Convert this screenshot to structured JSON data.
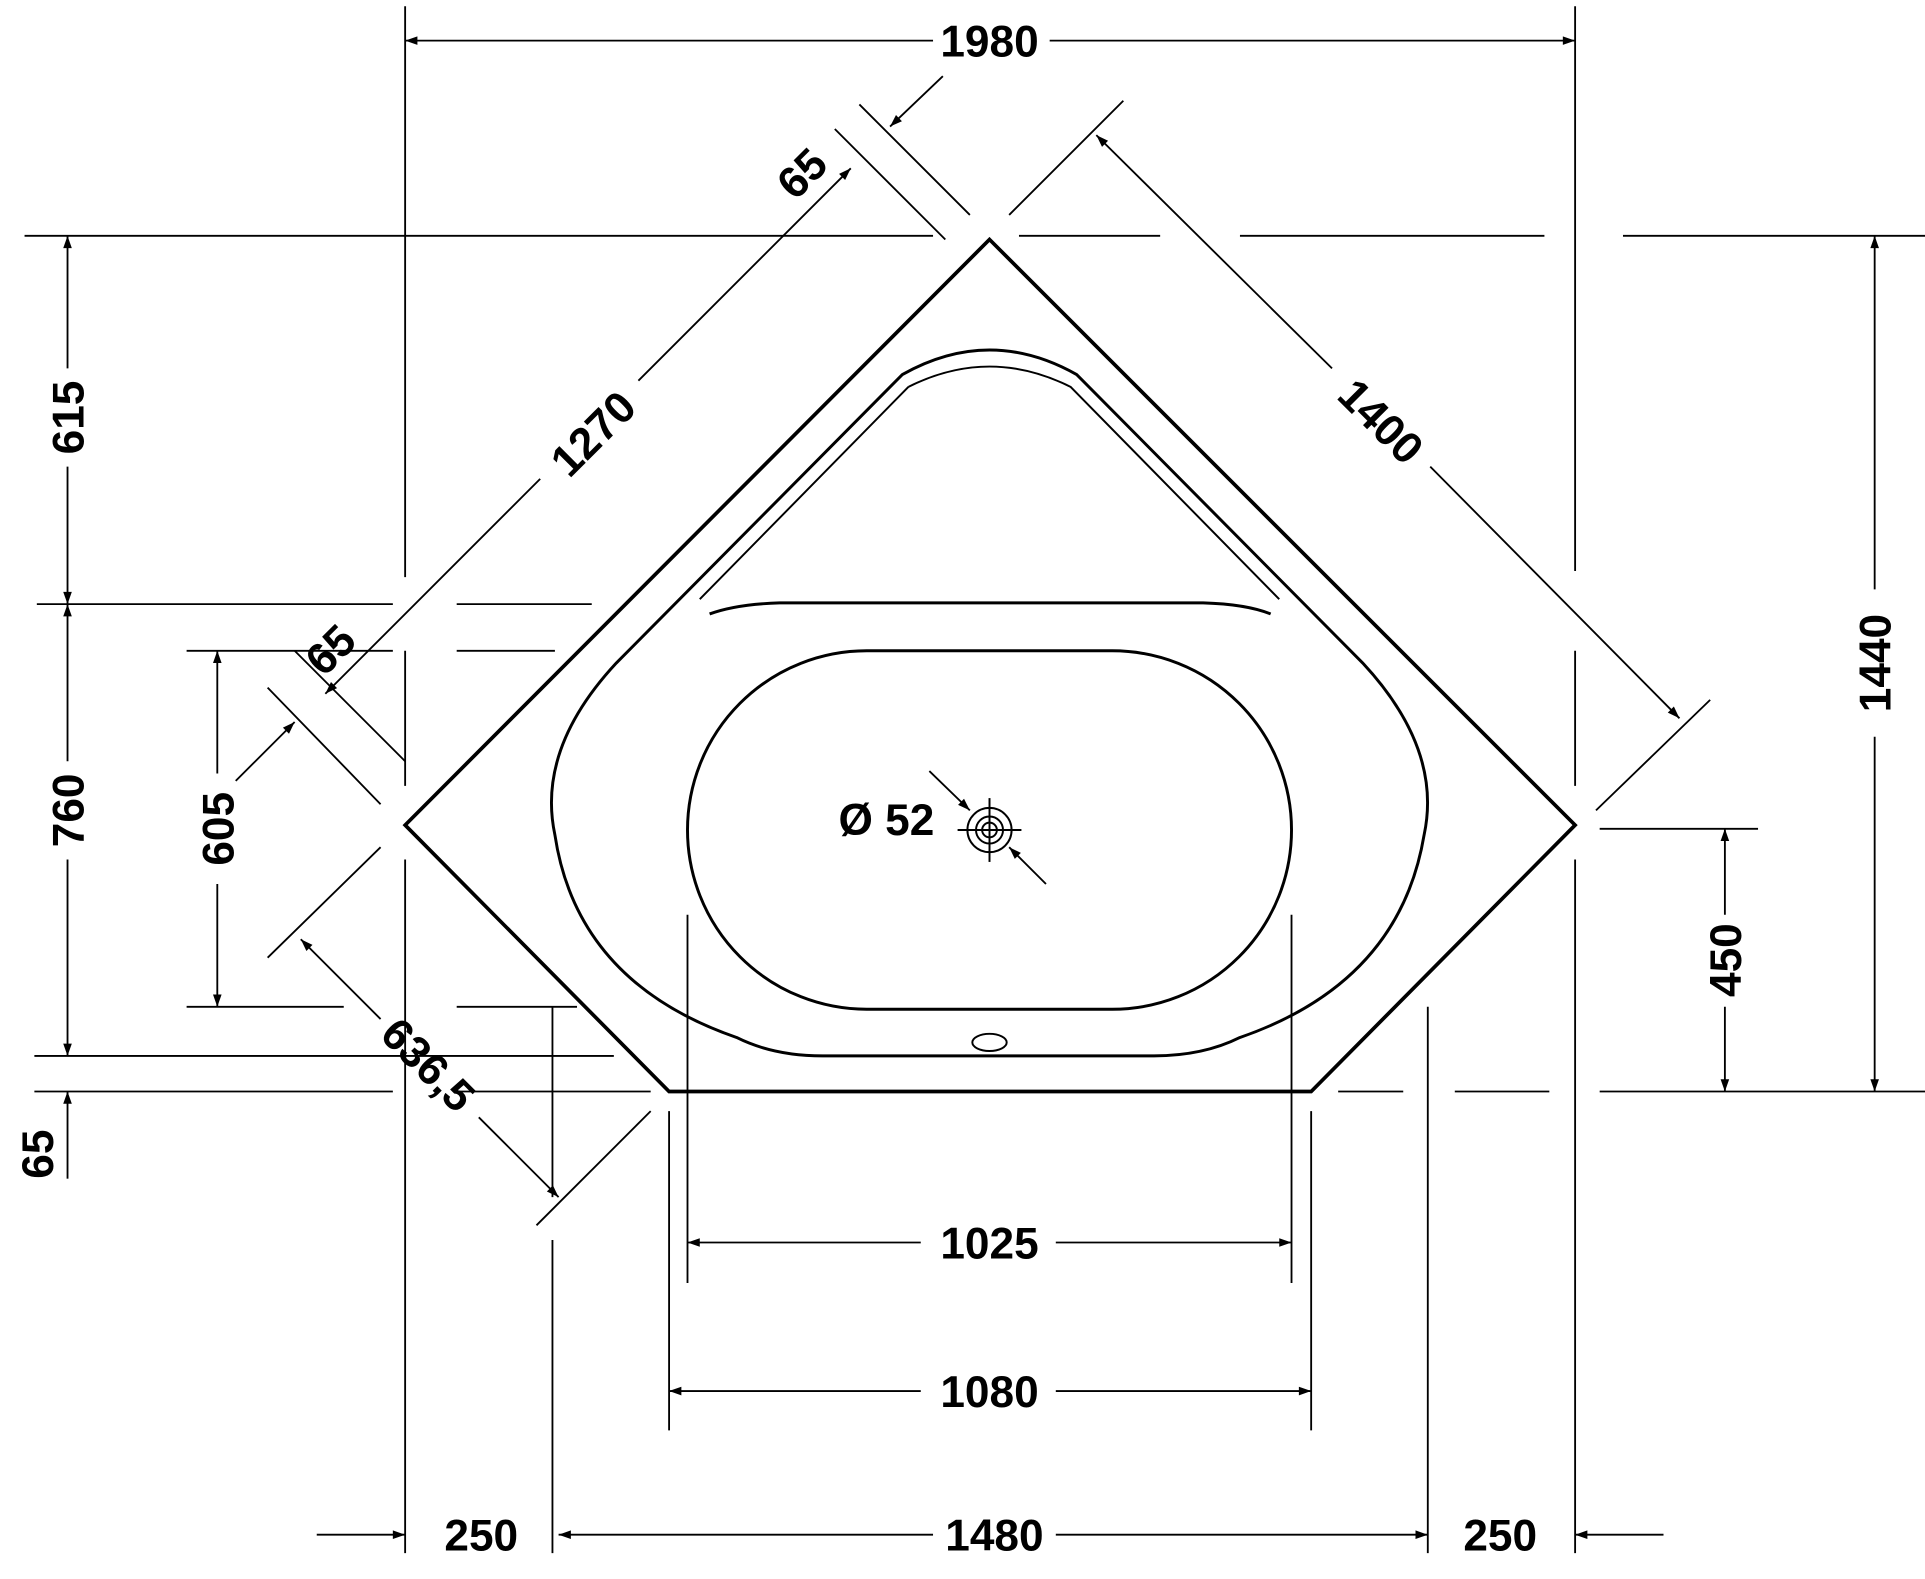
{
  "drawing": {
    "line_color": "#000000",
    "background": "#ffffff",
    "dimensions": {
      "overall_width": "1980",
      "top_rim_offset": "65",
      "left_diagonal": "1270",
      "right_diagonal": "1400",
      "upper_height": "615",
      "lower_height": "760",
      "bottom_rim": "65",
      "inner_height": "605",
      "left_rim_offset": "65",
      "drain": "Ø 52",
      "short_diagonal": "636,5",
      "drain_height": "450",
      "overall_height": "1440",
      "basin_width": "1025",
      "bottom_edge_width": "1080",
      "left_offset": "250",
      "middle_width": "1480",
      "right_offset": "250"
    }
  }
}
